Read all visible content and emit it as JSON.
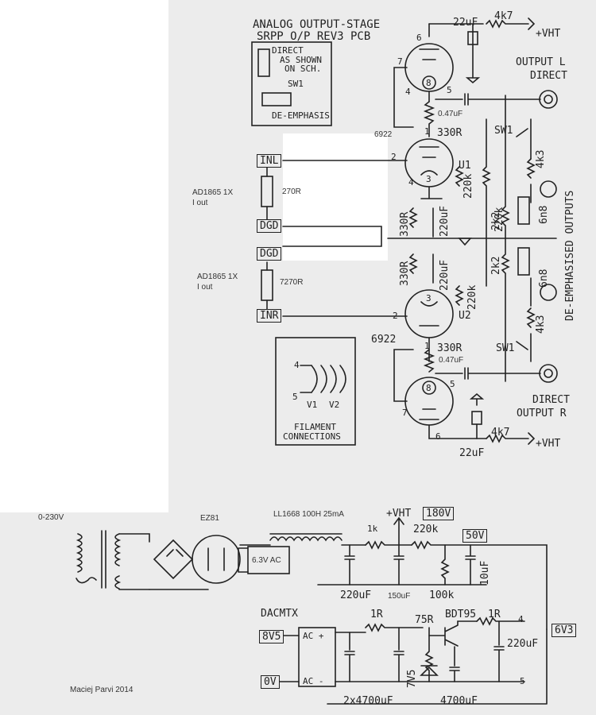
{
  "title": {
    "line1": "ANALOG OUTPUT-STAGE",
    "line2": "SRPP O/P REV3 PCB"
  },
  "switch_box": {
    "direct": "DIRECT",
    "as_shown": "AS SHOWN",
    "on_sch": "ON SCH.",
    "sw": "SW1",
    "deemph": "DE-EMPHASIS"
  },
  "inputs": {
    "inl": "INL",
    "dgd_top": "DGD",
    "dgd_bottom": "DGD",
    "inr": "INR",
    "dac_note_1": {
      "line1": "AD1865 1X",
      "line2": "I out"
    },
    "dac_note_2": {
      "line1": "AD1865 1X",
      "line2": "I out"
    },
    "r_top": "270R",
    "r_bottom": "7270R"
  },
  "tubes": {
    "u1": "U1",
    "u2": "U2",
    "type_top": "6922",
    "type_bottom": "6922",
    "pin6_top": "6",
    "pin7_top": "7",
    "pin8_top": "8",
    "pin5_top": "5",
    "pin4_top": "4",
    "pin1_u1": "1",
    "pin2_u1": "2",
    "pin3_u1": "3",
    "pin4_u1": "4",
    "pin3_u2": "3",
    "pin2_u2": "2",
    "pin1_u2": "1",
    "pin8_bot": "8",
    "pin5_bot": "5",
    "pin7_bot": "7",
    "pin6_bot": "6"
  },
  "components": {
    "c_top": "22uF",
    "r_top": "4k7",
    "vht_top": "+VHT",
    "c_coupling_top": "0.47uF",
    "r_330_top": "330R",
    "r_220k_1": "220k",
    "r_330_mid_top": "330R",
    "c_220_mid_top": "220uF",
    "r_330_mid_bot": "330R",
    "c_220_mid_bot": "220uF",
    "r_220k_2": "220k",
    "r_220k_3": "220k",
    "r_330_bot": "330R",
    "c_coupling_bot": "0.47uF",
    "c_bot": "22uF",
    "r_bot": "4k7",
    "vht_bot": "+VHT",
    "r_2k2_top": "2k2",
    "r_2k2_bot": "2k2",
    "c_6n8_top": "6n8",
    "c_6n8_bot": "6n8",
    "r_4k3_top": "4k3",
    "r_4k3_bot": "4k3",
    "sw1_top": "SW1",
    "sw1_bot": "SW1"
  },
  "outputs": {
    "out_l": "OUTPUT L",
    "direct_top": "DIRECT",
    "deemph": "DE-EMPHASISED OUTPUTS",
    "direct_bot": "DIRECT",
    "out_r": "OUTPUT R"
  },
  "filament": {
    "pin4": "4",
    "pin5": "5",
    "v1": "V1",
    "v2": "V2",
    "line1": "FILAMENT",
    "line2": "CONNECTIONS"
  },
  "psu": {
    "mains": "0-230V",
    "rect": "EZ81",
    "choke": "LL1668 100H 25mA",
    "heater": "6.3V AC",
    "vht": "+VHT",
    "v180": "180V",
    "r1k": "1k",
    "r220k": "220k",
    "v50": "50V",
    "c220": "220uF",
    "c150": "150uF",
    "r100k": "100k",
    "c10": "10uF"
  },
  "dac_psu": {
    "title": "DACMTX",
    "in_8v5": "8V5",
    "in_0v": "0V",
    "ac_plus": "AC +",
    "ac_minus": "AC -",
    "r1": "1R",
    "r75": "75R",
    "transistor": "BDT95",
    "r1b": "1R",
    "out6v3": "6V3",
    "pin4": "4",
    "pin5": "5",
    "c_out": "220uF",
    "c_in": "2x4700uF",
    "zener": "7V5",
    "c_mid": "4700uF"
  },
  "credit": "Maciej Parvi 2014"
}
